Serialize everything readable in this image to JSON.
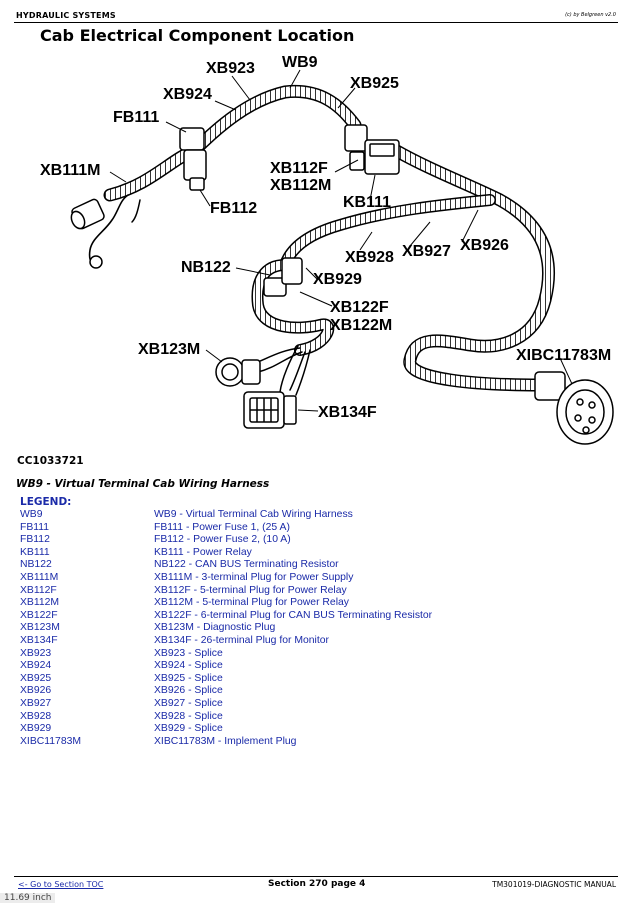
{
  "header": {
    "section": "HYDRAULIC SYSTEMS",
    "brand": "(c) by Belgreen v2.0"
  },
  "title": "Cab Electrical Component Location",
  "diagram": {
    "callouts": [
      "XB923",
      "WB9",
      "XB925",
      "XB924",
      "FB111",
      "XB111M",
      "XB112F",
      "XB112M",
      "FB112",
      "KB111",
      "XB928",
      "XB927",
      "XB926",
      "NB122",
      "XB929",
      "XB122F",
      "XB122M",
      "XIBC11783M",
      "XB123M",
      "XB134F"
    ]
  },
  "figure_id": "CC1033721",
  "caption": "WB9 - Virtual Terminal Cab Wiring Harness",
  "legend_title": "LEGEND:",
  "legend": [
    {
      "code": "WB9",
      "desc": "WB9 - Virtual Terminal Cab Wiring Harness"
    },
    {
      "code": "FB111",
      "desc": "FB111 - Power Fuse 1, (25 A)"
    },
    {
      "code": "FB112",
      "desc": "FB112 - Power Fuse 2, (10 A)"
    },
    {
      "code": "KB111",
      "desc": "KB111 - Power Relay"
    },
    {
      "code": "NB122",
      "desc": "NB122 - CAN BUS Terminating Resistor"
    },
    {
      "code": "XB111M",
      "desc": "XB111M - 3-terminal Plug for Power Supply"
    },
    {
      "code": "XB112F",
      "desc": "XB112F - 5-terminal Plug for Power Relay"
    },
    {
      "code": "XB112M",
      "desc": "XB112M - 5-terminal Plug for Power Relay"
    },
    {
      "code": "XB122F",
      "desc": "XB122F - 6-terminal Plug for CAN BUS Terminating Resistor"
    },
    {
      "code": "XB123M",
      "desc": "XB123M - Diagnostic Plug"
    },
    {
      "code": "XB134F",
      "desc": "XB134F - 26-terminal Plug for Monitor"
    },
    {
      "code": "XB923",
      "desc": "XB923 - Splice"
    },
    {
      "code": "XB924",
      "desc": "XB924 - Splice"
    },
    {
      "code": "XB925",
      "desc": "XB925 - Splice"
    },
    {
      "code": "XB926",
      "desc": "XB926 - Splice"
    },
    {
      "code": "XB927",
      "desc": "XB927 - Splice"
    },
    {
      "code": "XB928",
      "desc": "XB928 - Splice"
    },
    {
      "code": "XB929",
      "desc": "XB929 - Splice"
    },
    {
      "code": "XIBC11783M",
      "desc": "XIBC11783M - Implement Plug"
    }
  ],
  "footer": {
    "link": "<- Go to Section TOC",
    "page": "Section 270 page 4",
    "manual": "TM301019-DIAGNOSTIC MANUAL"
  },
  "page_size": "11.69 inch"
}
